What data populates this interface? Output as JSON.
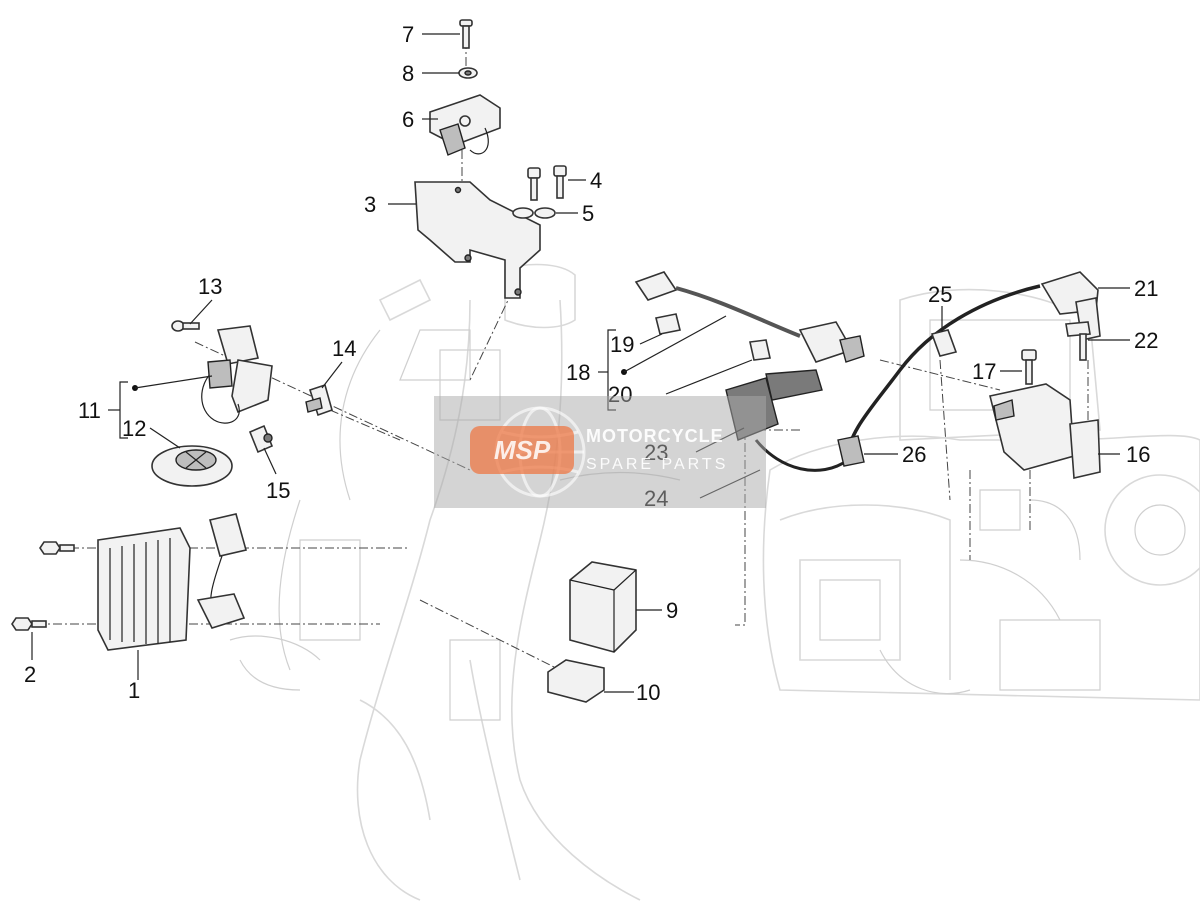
{
  "diagram": {
    "callouts": {
      "c1": "1",
      "c2": "2",
      "c3": "3",
      "c4": "4",
      "c5": "5",
      "c6": "6",
      "c7": "7",
      "c8": "8",
      "c9": "9",
      "c10": "10",
      "c11": "11",
      "c12": "12",
      "c13": "13",
      "c14": "14",
      "c15": "15",
      "c16": "16",
      "c17": "17",
      "c18": "18",
      "c19": "19",
      "c20": "20",
      "c21": "21",
      "c22": "22",
      "c23": "23",
      "c24": "24",
      "c25": "25",
      "c26": "26"
    }
  },
  "watermark": {
    "badge": "MSP",
    "line1": "MOTORCYCLE",
    "line2": "SPARE PARTS"
  }
}
